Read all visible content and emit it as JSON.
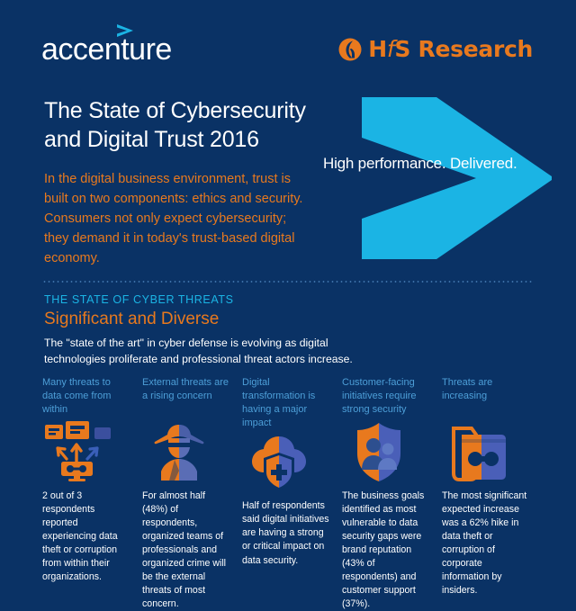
{
  "brand": {
    "accenture_name": "accenture",
    "hfs_name_h": "H",
    "hfs_name_f": "f",
    "hfs_name_s": "S",
    "hfs_name_research": "Research",
    "colors": {
      "background": "#0a3265",
      "cyan": "#1BB4E4",
      "orange": "#E8791E",
      "white": "#FFFFFF",
      "header_blue": "#4d9fd8"
    }
  },
  "hero": {
    "title": "The State of Cybersecurity and Digital Trust 2016",
    "subtitle": "In the digital business environment, trust is built on two components: ethics and security. Consumers not only expect cybersecurity; they demand it in today's trust-based digital economy.",
    "tagline": "High performance. Delivered."
  },
  "section": {
    "eyebrow": "THE STATE OF CYBER THREATS",
    "title": "Significant and Diverse",
    "intro": "The \"state of the art\" in cyber defense is evolving as digital technologies proliferate and professional threat actors increase."
  },
  "columns": [
    {
      "heading": "Many threats to data come from within",
      "icon": "insider-data-transfer-icon",
      "body": "2 out of 3 respondents reported experiencing data theft or corruption from within their organizations."
    },
    {
      "heading": "External threats are a rising concern",
      "icon": "spy-hacker-icon",
      "body": "For almost half (48%) of respondents, organized teams of professionals and organized crime will be the external threats of most concern."
    },
    {
      "heading": "Digital transformation is having a major impact",
      "icon": "cloud-shield-icon",
      "body": "Half of respondents said digital initiatives are having a strong or critical impact on data security."
    },
    {
      "heading": "Customer-facing initiatives require strong security",
      "icon": "shield-people-icon",
      "body": "The business goals identified as most vulnerable to data security gaps were brand reputation (43% of respondents) and customer support (37%)."
    },
    {
      "heading": "Threats are increasing",
      "icon": "folder-mask-icon",
      "body": "The most significant expected increase was a 62% hike in data theft or corruption of corporate information by insiders."
    }
  ]
}
